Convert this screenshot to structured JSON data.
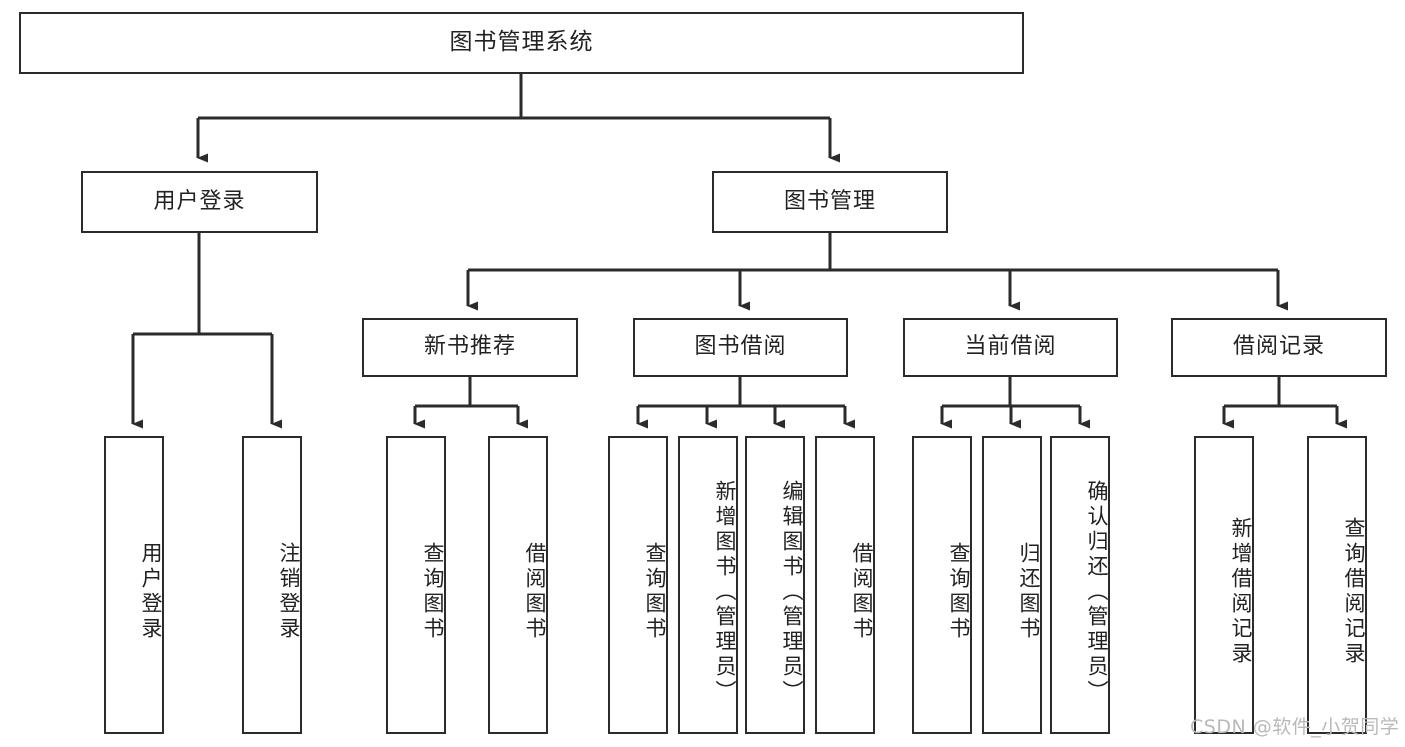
{
  "diagram": {
    "title": "图书管理系统",
    "type": "tree-hierarchy-chart",
    "watermark": "CSDN @软件_小贺同学",
    "colors": {
      "box_border": "#2b2b2b",
      "box_fill": "#ffffff",
      "text": "#222222",
      "edge": "#2b2b2b",
      "watermark": "#b9b9b9",
      "background": "#ffffff"
    },
    "root": {
      "label": "图书管理系统"
    },
    "level2": [
      {
        "label": "用户登录"
      },
      {
        "label": "图书管理"
      }
    ],
    "level3": [
      {
        "label": "新书推荐"
      },
      {
        "label": "图书借阅"
      },
      {
        "label": "当前借阅"
      },
      {
        "label": "借阅记录"
      }
    ],
    "leaves": {
      "user_login": [
        {
          "label": "用户登录"
        },
        {
          "label": "注销登录"
        }
      ],
      "new_book_recommend": [
        {
          "label": "查询图书"
        },
        {
          "label": "借阅图书"
        }
      ],
      "book_borrow": [
        {
          "label": "查询图书"
        },
        {
          "label": "新增图书（管理员）"
        },
        {
          "label": "编辑图书（管理员）"
        },
        {
          "label": "借阅图书"
        }
      ],
      "current_borrow": [
        {
          "label": "查询图书"
        },
        {
          "label": "归还图书"
        },
        {
          "label": "确认归还（管理员）"
        }
      ],
      "borrow_record": [
        {
          "label": "新增借阅记录"
        },
        {
          "label": "查询借阅记录"
        }
      ]
    }
  }
}
